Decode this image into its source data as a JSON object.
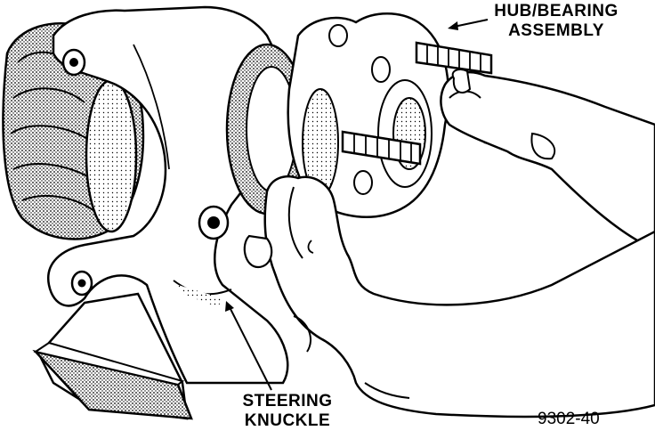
{
  "labels": {
    "hub_bearing_line1": "HUB/BEARING",
    "hub_bearing_line2": "ASSEMBLY",
    "steering_knuckle_line1": "STEERING",
    "steering_knuckle_line2": "KNUCKLE"
  },
  "figure_number": "9302-40",
  "colors": {
    "ink": "#000000",
    "paper": "#ffffff",
    "shade": "#9a9a9a"
  }
}
